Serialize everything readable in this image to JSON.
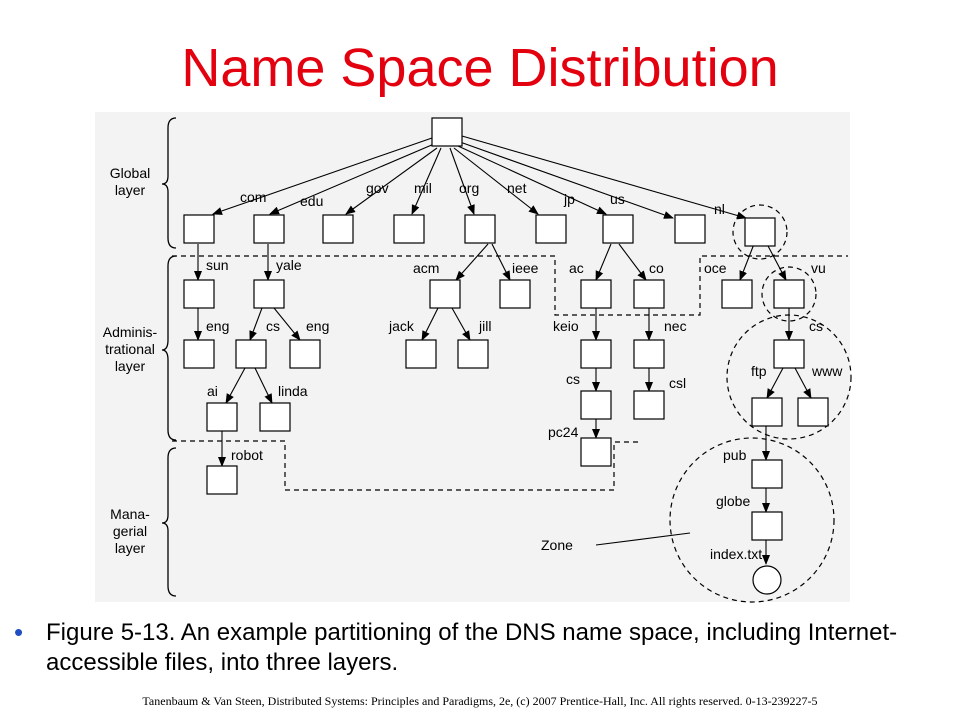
{
  "title": "Name Space Distribution",
  "caption": "Figure 5-13. An example partitioning of the DNS name space, including Internet-accessible files, into three layers.",
  "footer": "Tanenbaum & Van Steen, Distributed Systems: Principles and Paradigms, 2e, (c) 2007 Prentice-Hall, Inc. All rights reserved. 0-13-239227-5",
  "colors": {
    "title": "#e3000f",
    "bullet": "#1f4fc0"
  },
  "layers": {
    "global": [
      "Global",
      "layer"
    ],
    "admin": [
      "Adminis-",
      "trational",
      "layer"
    ],
    "managerial": [
      "Mana-",
      "gerial",
      "layer"
    ]
  },
  "zone_label": "Zone",
  "labels": {
    "com": "com",
    "edu": "edu",
    "gov": "gov",
    "mil": "mil",
    "org": "org",
    "net": "net",
    "jp": "jp",
    "us": "us",
    "nl": "nl",
    "sun": "sun",
    "yale": "yale",
    "acm": "acm",
    "ieee": "ieee",
    "ac": "ac",
    "co": "co",
    "oce": "oce",
    "vu": "vu",
    "eng1": "eng",
    "cs1": "cs",
    "eng2": "eng",
    "jack": "jack",
    "jill": "jill",
    "keio": "keio",
    "nec": "nec",
    "cs2": "cs",
    "ai": "ai",
    "linda": "linda",
    "cs3": "cs",
    "csl": "csl",
    "ftp": "ftp",
    "www": "www",
    "robot": "robot",
    "pc24": "pc24",
    "pub": "pub",
    "globe": "globe",
    "index": "index.txt"
  }
}
